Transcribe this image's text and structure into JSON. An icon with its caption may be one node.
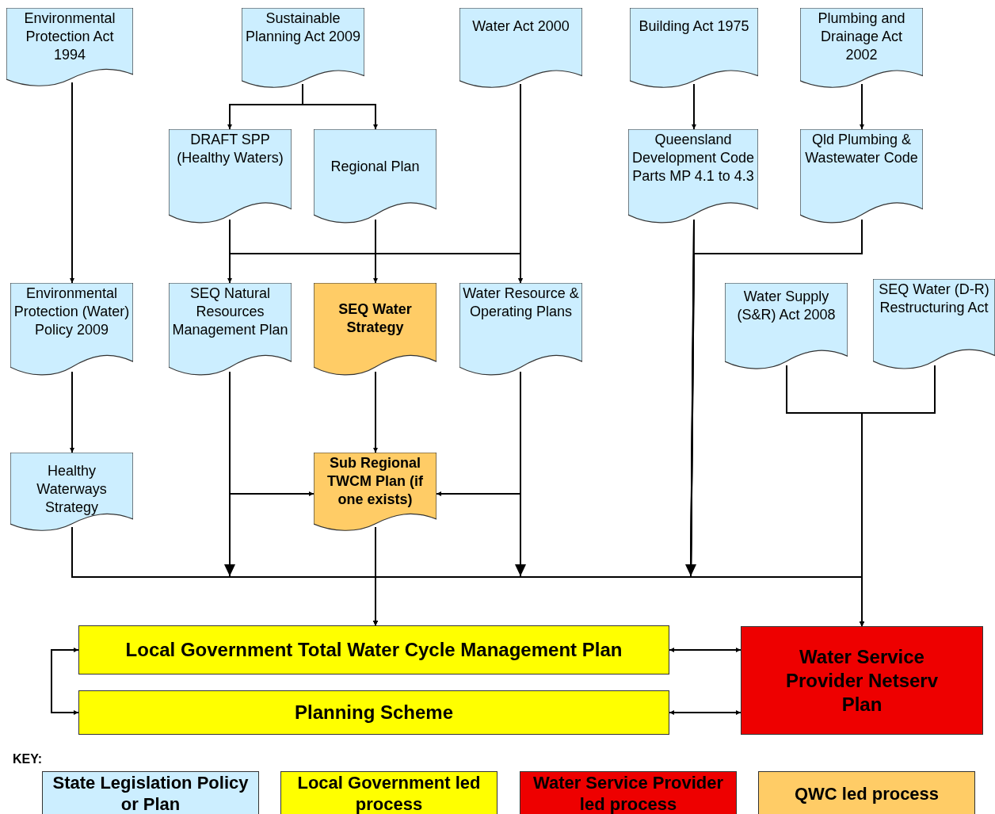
{
  "diagram": {
    "nodes": [
      {
        "text": [
          "Environmental Protection Act 1994"
        ]
      },
      {
        "text": [
          "Sustainable Planning Act 2009"
        ]
      },
      {
        "text": [
          "Water Act 2000"
        ]
      },
      {
        "text": [
          "Building Act 1975"
        ]
      },
      {
        "text": [
          "Plumbing and Drainage Act 2002"
        ]
      },
      {
        "text": [
          "DRAFT SPP (Healthy Waters)"
        ]
      },
      {
        "text": [
          "Regional Plan"
        ]
      },
      {
        "text": [
          "Queensland Development Code Parts MP 4.1 to 4.3"
        ]
      },
      {
        "text": [
          "Qld Plumbing & Wastewater Code"
        ]
      },
      {
        "text": [
          "Environmental Protection (Water) Policy 2009"
        ]
      },
      {
        "text": [
          "SEQ Natural Resources Management Plan"
        ]
      },
      {
        "text": [
          "SEQ Water Strategy"
        ]
      },
      {
        "text": [
          "Water Resource & Operating Plans"
        ]
      },
      {
        "text": [
          "Water Supply (S&R) Act 2008"
        ]
      },
      {
        "text": [
          "SEQ Water (D-R) Restructuring Act"
        ]
      },
      {
        "text": [
          "Healthy Waterways Strategy"
        ]
      },
      {
        "text": [
          "Sub Regional TWCM Plan (if one exists)"
        ]
      },
      {
        "text": [
          "Local Government Total Water Cycle Management Plan"
        ]
      },
      {
        "text": [
          "Planning Scheme"
        ]
      },
      {
        "text": [
          "Water Service Provider Netserv Plan"
        ]
      }
    ],
    "edges": [
      {
        "from": 0,
        "to": 9,
        "arrow": "to"
      },
      {
        "from": 1,
        "to": 5,
        "arrow": "to"
      },
      {
        "from": 1,
        "to": 6,
        "arrow": "to"
      },
      {
        "from": 2,
        "to": 12,
        "arrow": "to"
      },
      {
        "from": 3,
        "to": 7,
        "arrow": "to"
      },
      {
        "from": 4,
        "to": 8,
        "arrow": "to"
      },
      {
        "from": 5,
        "to": 10,
        "arrow": "to"
      },
      {
        "from": 5,
        "to": 12,
        "arrow": "to"
      },
      {
        "from": 6,
        "to": 11,
        "arrow": "to"
      },
      {
        "from": 7,
        "to": 17,
        "arrow": "to"
      },
      {
        "from": 7,
        "to": 19,
        "arrow": "to"
      },
      {
        "from": 8,
        "to": 17,
        "arrow": "to"
      },
      {
        "from": 8,
        "to": 19,
        "arrow": "to"
      },
      {
        "from": 9,
        "to": 15,
        "arrow": "to"
      },
      {
        "from": 10,
        "to": 16,
        "arrow": "to"
      },
      {
        "from": 10,
        "to": 17,
        "arrow": "to"
      },
      {
        "from": 10,
        "to": 19,
        "arrow": "to"
      },
      {
        "from": 11,
        "to": 16,
        "arrow": "to"
      },
      {
        "from": 12,
        "to": 16,
        "arrow": "to"
      },
      {
        "from": 12,
        "to": 17,
        "arrow": "to"
      },
      {
        "from": 12,
        "to": 19,
        "arrow": "to"
      },
      {
        "from": 13,
        "to": 19,
        "arrow": "to"
      },
      {
        "from": 14,
        "to": 19,
        "arrow": "to"
      },
      {
        "from": 15,
        "to": 17,
        "arrow": "to"
      },
      {
        "from": 15,
        "to": 19,
        "arrow": "to"
      },
      {
        "from": 16,
        "to": 17,
        "arrow": "to"
      },
      {
        "from": 17,
        "to": 19,
        "arrow": "both"
      },
      {
        "from": 18,
        "to": 19,
        "arrow": "both"
      },
      {
        "from": 17,
        "to": 18,
        "arrow": "both"
      }
    ],
    "labels": [
      "KEY:"
    ],
    "legend": [
      {
        "text": "State Legislation Policy or Plan",
        "color": "#cceeff"
      },
      {
        "text": "Local Government led process",
        "color": "#ffff00"
      },
      {
        "text": "Water Service Provider led process",
        "color": "#ee0000"
      },
      {
        "text": "QWC led process",
        "color": "#ffcc66"
      }
    ]
  }
}
